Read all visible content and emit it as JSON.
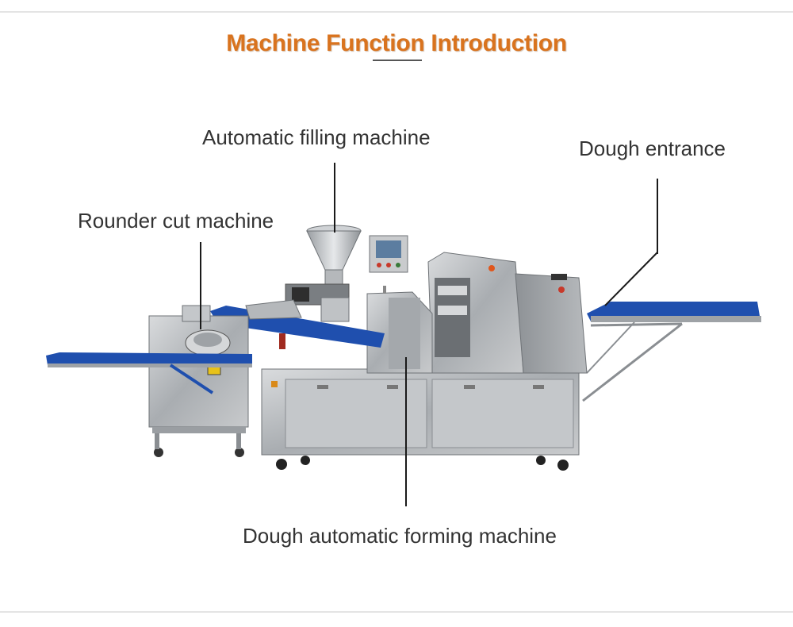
{
  "header": {
    "title": "Machine Function Introduction"
  },
  "callouts": {
    "filling": "Automatic filling machine",
    "dough_entrance": "Dough entrance",
    "rounder": "Rounder cut machine",
    "forming": "Dough automatic forming machine"
  },
  "colors": {
    "title": "#d9731e",
    "conveyor": "#1f4fae",
    "steel": "#b9bcbf"
  }
}
